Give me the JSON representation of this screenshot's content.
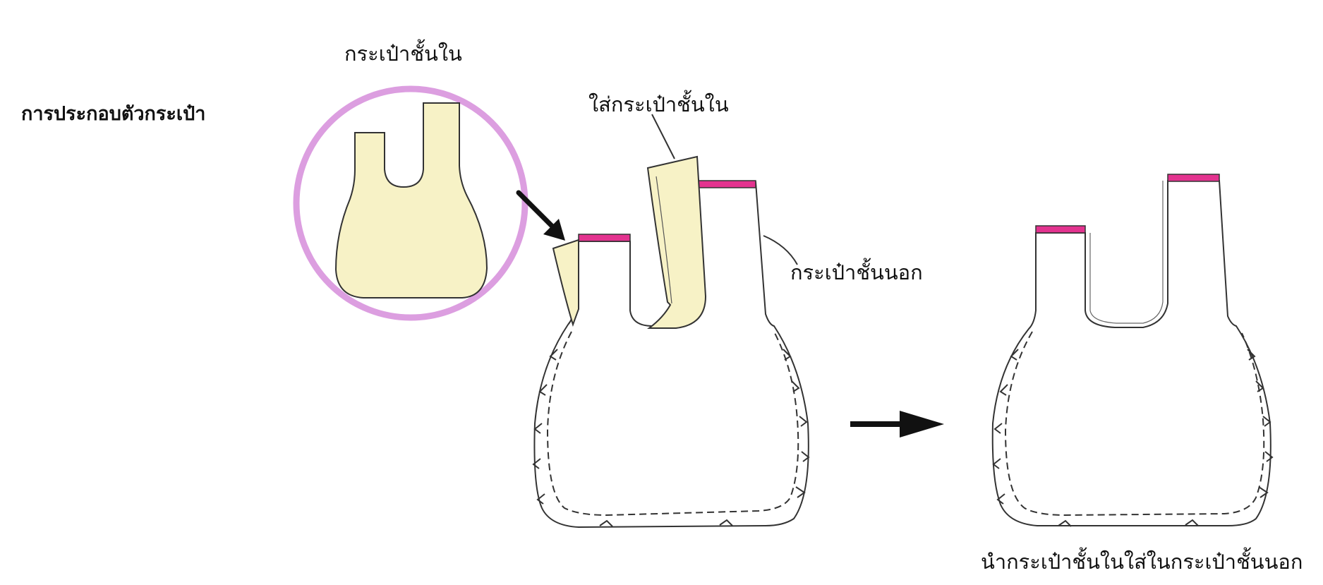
{
  "diagram": {
    "title": "การประกอบตัวกระเป๋า",
    "labels": {
      "inner_bag": "กระเป๋าชั้นใน",
      "insert_inner_bag": "ใส่กระเป๋าชั้นใน",
      "outer_bag": "กระเป๋าชั้นนอก",
      "result": "นำกระเป๋าชั้นในใส่ในกระเป๋าชั้นนอก"
    },
    "colors": {
      "lining_fill": "#f7f2c6",
      "highlight_circle": "#dc9ee0",
      "binding_pink": "#e3338f",
      "outline": "#333333",
      "arrow": "#111111"
    },
    "icons": {
      "step_arrow": "arrow-right-icon",
      "insert_arrow": "arrow-down-right-icon"
    }
  }
}
